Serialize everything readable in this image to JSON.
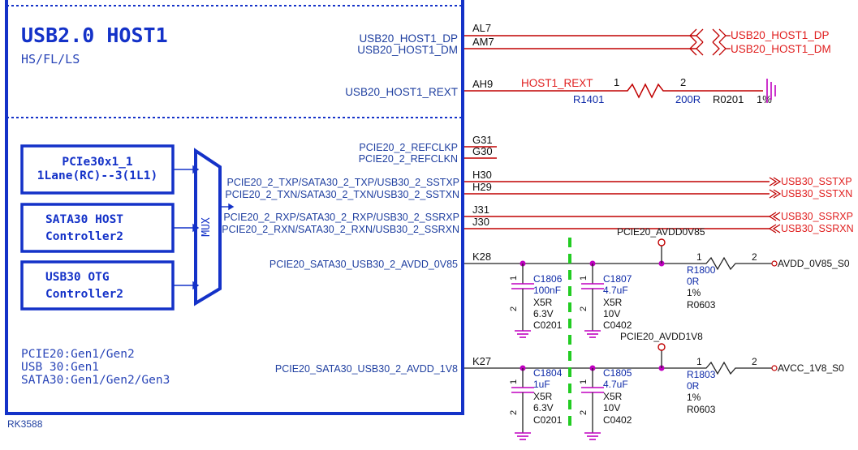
{
  "chip": {
    "section_title": "USB2.0 HOST1",
    "section_subtitle": "HS/FL/LS",
    "part_name": "RK3588",
    "notes": [
      "PCIE20:Gen1/Gen2",
      "USB 30:Gen1",
      "SATA30:Gen1/Gen2/Gen3"
    ]
  },
  "blocks": {
    "pcie": [
      "PCIe30x1_1",
      "1Lane(RC)--3(1L1)"
    ],
    "sata": [
      "SATA30 HOST",
      "Controller2"
    ],
    "usb": [
      "USB30 OTG",
      "Controller2"
    ],
    "mux": "MUX"
  },
  "pins": [
    {
      "signal": "USB20_HOST1_DP",
      "ball": "AL7"
    },
    {
      "signal": "USB20_HOST1_DM",
      "ball": "AM7"
    },
    {
      "signal": "USB20_HOST1_REXT",
      "ball": "AH9"
    },
    {
      "signal": "PCIE20_2_REFCLKP",
      "ball": "G31"
    },
    {
      "signal": "PCIE20_2_REFCLKN",
      "ball": "G30"
    },
    {
      "signal": "PCIE20_2_TXP/SATA30_2_TXP/USB30_2_SSTXP",
      "ball": "H30"
    },
    {
      "signal": "PCIE20_2_TXN/SATA30_2_TXN/USB30_2_SSTXN",
      "ball": "H29"
    },
    {
      "signal": "PCIE20_2_RXP/SATA30_2_RXP/USB30_2_SSRXP",
      "ball": "J31"
    },
    {
      "signal": "PCIE20_2_RXN/SATA30_2_RXN/USB30_2_SSRXN",
      "ball": "J30"
    },
    {
      "signal": "PCIE20_SATA30_USB30_2_AVDD_0V85",
      "ball": "K28"
    },
    {
      "signal": "PCIE20_SATA30_USB30_2_AVDD_1V8",
      "ball": "K27"
    }
  ],
  "ports": {
    "dp": "USB20_HOST1_DP",
    "dm": "USB20_HOST1_DM",
    "sstxp": "USB30_SSTXP",
    "sstxn": "USB30_SSTXN",
    "ssrxp": "USB30_SSRXP",
    "ssrxn": "USB30_SSRXN"
  },
  "rext": {
    "net": "HOST1_REXT",
    "ref": "R1401",
    "pin1": "1",
    "pin2": "2",
    "value": "200R",
    "pkg": "R0201",
    "tol": "1%"
  },
  "rail_0v85": {
    "net": "PCIE20_AVDD0V85",
    "out": "AVDD_0V85_S0",
    "res": {
      "ref": "R1800",
      "value": "0R",
      "tol": "1%",
      "pkg": "R0603",
      "pin1": "1",
      "pin2": "2"
    },
    "caps": [
      {
        "ref": "C1806",
        "value": "100nF",
        "diel": "X5R",
        "volt": "6.3V",
        "pkg": "C0201"
      },
      {
        "ref": "C1807",
        "value": "4.7uF",
        "diel": "X5R",
        "volt": "10V",
        "pkg": "C0402"
      }
    ]
  },
  "rail_1v8": {
    "net": "PCIE20_AVDD1V8",
    "out": "AVCC_1V8_S0",
    "res": {
      "ref": "R1803",
      "value": "0R",
      "tol": "1%",
      "pkg": "R0603",
      "pin1": "1",
      "pin2": "2"
    },
    "caps": [
      {
        "ref": "C1804",
        "value": "1uF",
        "diel": "X5R",
        "volt": "6.3V",
        "pkg": "C0201"
      },
      {
        "ref": "C1805",
        "value": "4.7uF",
        "diel": "X5R",
        "volt": "10V",
        "pkg": "C0402"
      }
    ]
  },
  "cap_pins": {
    "one": "1",
    "two": "2"
  }
}
